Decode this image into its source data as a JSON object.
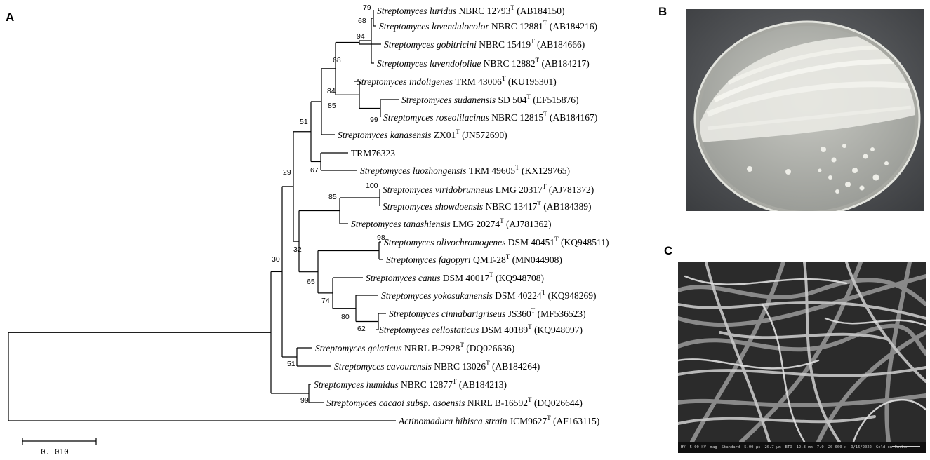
{
  "figure": {
    "panels": {
      "a": "A",
      "b": "B",
      "c": "C"
    },
    "scale_bar": "0. 010",
    "leaves": [
      {
        "species": "Streptomyces luridus",
        "strain": "NBRC 12793",
        "type": true,
        "accession": "(AB184150)"
      },
      {
        "species": "Streptomyces lavendulocolor",
        "strain": "NBRC 12881",
        "type": true,
        "accession": "(AB184216)"
      },
      {
        "species": "Streptomyces gobitricini",
        "strain": "NBRC 15419",
        "type": true,
        "accession": "(AB184666)"
      },
      {
        "species": "Streptomyces lavendofoliae",
        "strain": "NBRC 12882",
        "type": true,
        "accession": "(AB184217)"
      },
      {
        "species": "Streptomyces indoligenes",
        "strain": "TRM 43006",
        "type": true,
        "accession": "(KU195301)"
      },
      {
        "species": "Streptomyces sudanensis",
        "strain": "SD 504",
        "type": true,
        "accession": "(EF515876)"
      },
      {
        "species": "Streptomyces roseolilacinus",
        "strain": "NBRC 12815",
        "type": true,
        "accession": "(AB184167)"
      },
      {
        "species": "Streptomyces kanasensis",
        "strain": "ZX01",
        "type": true,
        "accession": "(JN572690)"
      },
      {
        "species": "",
        "strain": "TRM76323",
        "type": false,
        "accession": ""
      },
      {
        "species": "Streptomyces luozhongensis",
        "strain": "TRM 49605",
        "type": true,
        "accession": "(KX129765)"
      },
      {
        "species": "Streptomyces viridobrunneus",
        "strain": "LMG 20317",
        "type": true,
        "accession": "(AJ781372)"
      },
      {
        "species": "Streptomyces showdoensis",
        "strain": "NBRC 13417",
        "type": true,
        "accession": "(AB184389)"
      },
      {
        "species": "Streptomyces tanashiensis",
        "strain": "LMG 20274",
        "type": true,
        "accession": "(AJ781362)"
      },
      {
        "species": "Streptomyces olivochromogenes",
        "strain": "DSM 40451",
        "type": true,
        "accession": "(KQ948511)"
      },
      {
        "species": "Streptomyces fagopyri",
        "strain": "QMT-28",
        "type": true,
        "accession": "(MN044908)"
      },
      {
        "species": "Streptomyces canus",
        "strain": "DSM 40017",
        "type": true,
        "accession": "(KQ948708)"
      },
      {
        "species": "Streptomyces yokosukanensis",
        "strain": "DSM 40224",
        "type": true,
        "accession": "(KQ948269)"
      },
      {
        "species": "Streptomyces cinnabarigriseus",
        "strain": "JS360",
        "type": true,
        "accession": "(MF536523)"
      },
      {
        "species": "Streptomyces cellostaticus",
        "strain": "DSM 40189",
        "type": true,
        "accession": "(KQ948097)"
      },
      {
        "species": "Streptomyces gelaticus",
        "strain": "NRRL B-2928",
        "type": true,
        "accession": "(DQ026636)"
      },
      {
        "species": "Streptomyces cavourensis",
        "strain": "NBRC 13026",
        "type": true,
        "accession": "(AB184264)"
      },
      {
        "species": "Streptomyces humidus",
        "strain": "NBRC 12877",
        "type": true,
        "accession": "(AB184213)"
      },
      {
        "species": "Streptomyces cacaoi subsp. asoensis",
        "strain": "NRRL B-16592",
        "type": true,
        "accession": "(DQ026644)"
      },
      {
        "species": "Actinomadura hibisca strain",
        "strain": "JCM9627",
        "type": true,
        "accession": "(AF163115)"
      }
    ],
    "type_mark": "T",
    "bootstrap": [
      "79",
      "68",
      "94",
      "68",
      "84",
      "85",
      "99",
      "51",
      "67",
      "29",
      "100",
      "85",
      "32",
      "98",
      "65",
      "74",
      "80",
      "62",
      "30",
      "51",
      "99"
    ],
    "sem_info": [
      "HV",
      "5.00 kV",
      "mag",
      "Standard",
      "5.00 µs",
      "20.7 µm",
      "ETD",
      "12.8 mm",
      "7.0",
      "20 000 x",
      "9/15/2022",
      "Gold on Carbon"
    ]
  },
  "colors": {
    "line": "#000000",
    "plate_agar": "#b9bab4",
    "sem_bg": "#2b2b2b"
  }
}
